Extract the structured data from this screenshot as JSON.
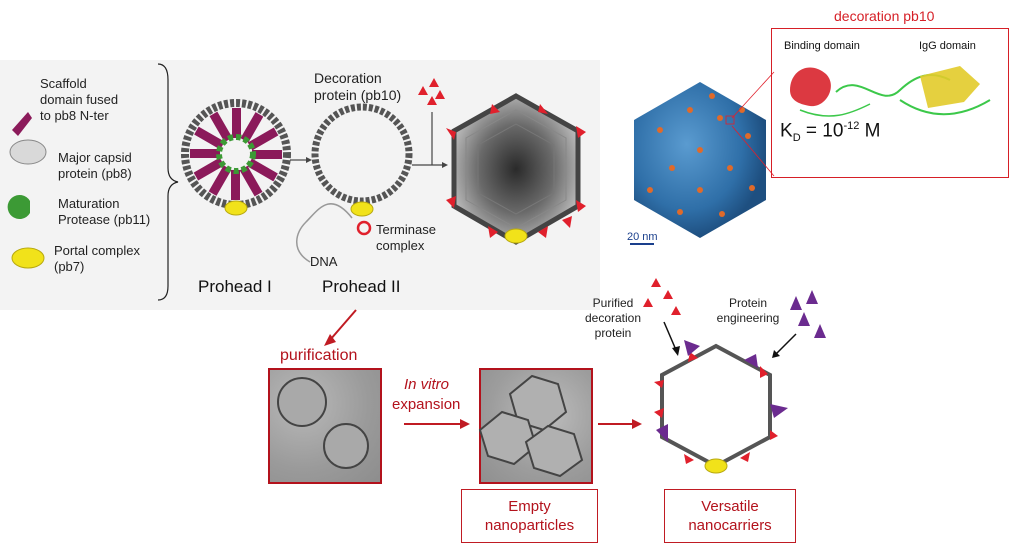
{
  "legend": {
    "scaffold": "Scaffold\ndomain fused\nto pb8 N-ter",
    "major_capsid": "Major capsid\nprotein (pb8)",
    "protease": "Maturation\nProtease (pb11)",
    "portal": "Portal complex\n(pb7)"
  },
  "stages": {
    "prohead1": "Prohead I",
    "prohead2": "Prohead II",
    "decoration": "Decoration\nprotein (pb10)",
    "dna": "DNA",
    "terminase": "Terminase\ncomplex"
  },
  "structure": {
    "title": "decoration pb10",
    "binding": "Binding domain",
    "igg": "IgG domain",
    "kd_base": "K",
    "kd_sub": "D",
    "kd_eq": " = 10",
    "kd_exp": "-12",
    "kd_unit": " M",
    "scale": "20 nm"
  },
  "workflow": {
    "purification": "purification",
    "invitro_1": "In vitro",
    "invitro_2": "expansion",
    "empty": "Empty\nnanoparticles",
    "versatile": "Versatile\nnanocarriers",
    "purified": "Purified\ndecoration\nprotein",
    "engineering": "Protein\nengineering"
  },
  "colors": {
    "accent_red": "#b3121c",
    "decoration_red": "#e0202c",
    "engineering_purple": "#6b2b8f",
    "scaffold_magenta": "#8b1a5a",
    "protease_green": "#3c9a35",
    "portal_yellow": "#f1e21a",
    "capsid_blue": "#2f6fa8"
  }
}
